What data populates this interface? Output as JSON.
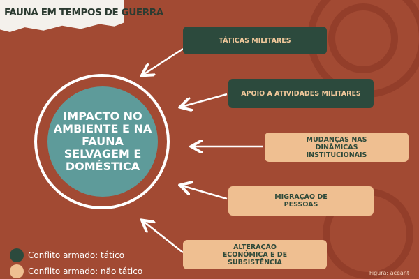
{
  "title": "FAUNA EM TEMPOS DE GUERRA",
  "center": "IMPACTO NO AMBIENTE E NA FAUNA SELVAGEM E DOMÉSTICA",
  "boxes": [
    {
      "label": "TÁTICAS MILITARES",
      "type": "tactical"
    },
    {
      "label": "APOIO A ATIVIDADES MILITARES",
      "type": "tactical"
    },
    {
      "label": "MUDANÇAS NAS DINÂMICAS INSTITUCIONAIS",
      "type": "non-tactical"
    },
    {
      "label": "MIGRAÇÃO DE PESSOAS",
      "type": "non-tactical"
    },
    {
      "label": "ALTERAÇÃO ECONÓMICA E DE SUBSISTÊNCIA",
      "type": "non-tactical"
    }
  ],
  "legend": [
    {
      "label": "Conflito armado: tático",
      "color": "#2c4a3d"
    },
    {
      "label": "Conflito armado: não tático",
      "color": "#efbf91"
    }
  ],
  "credit": "Figura: aceant"
}
